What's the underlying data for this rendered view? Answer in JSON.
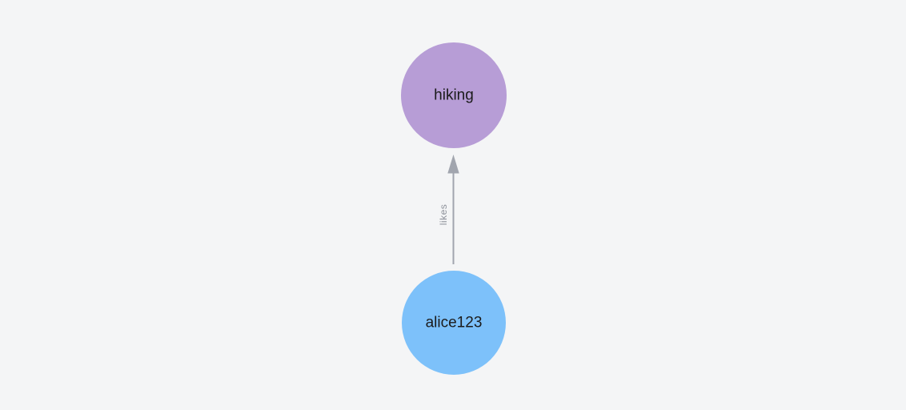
{
  "graph": {
    "background": "#f4f5f6",
    "nodes": [
      {
        "id": "hiking",
        "label": "hiking",
        "color": "#b79dd6",
        "label_color": "#1b1b1b"
      },
      {
        "id": "alice123",
        "label": "alice123",
        "color": "#7dc1fa",
        "label_color": "#1b1b1b"
      }
    ],
    "edges": [
      {
        "from": "alice123",
        "to": "hiking",
        "label": "likes",
        "color": "#a1a5ae",
        "label_color": "#8e929b"
      }
    ]
  }
}
